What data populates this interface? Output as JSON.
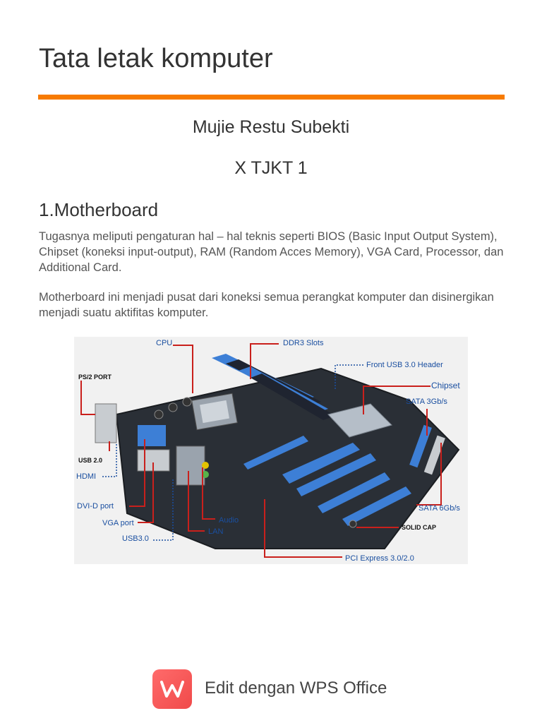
{
  "document": {
    "title": "Tata letak komputer",
    "author": "Mujie Restu Subekti",
    "class_name": "X TJKT 1",
    "section_heading": "1.Motherboard",
    "paragraph_1": "Tugasnya meliputi pengaturan hal – hal teknis seperti BIOS (Basic Input Output System), Chipset (koneksi input-output), RAM (Random Acces Memory), VGA Card, Processor, dan Additional Card.",
    "paragraph_2": "Motherboard ini menjadi pusat dari koneksi semua perangkat komputer dan disinergikan menjadi suatu aktifitas komputer.",
    "accent_color": "#f77b00"
  },
  "figure": {
    "labels": {
      "cpu": "CPU",
      "ddr3": "DDR3 Slots",
      "front_usb": "Front USB 3.0 Header",
      "ps2": "PS/2 PORT",
      "chipset": "Chipset",
      "sata3": "SATA 3Gb/s",
      "usb20": "USB 2.0",
      "hdmi": "HDMI",
      "dvid": "DVI-D port",
      "vga": "VGA port",
      "usb30": "USB3.0",
      "audio": "Audio",
      "lan": "LAN",
      "sata6": "SATA 6Gb/s",
      "solid_cap": "SOLID CAP",
      "pcie": "PCI Express 3.0/2.0"
    }
  },
  "footer": {
    "text": "Edit dengan WPS Office",
    "logo_color": "#f04a4a"
  }
}
